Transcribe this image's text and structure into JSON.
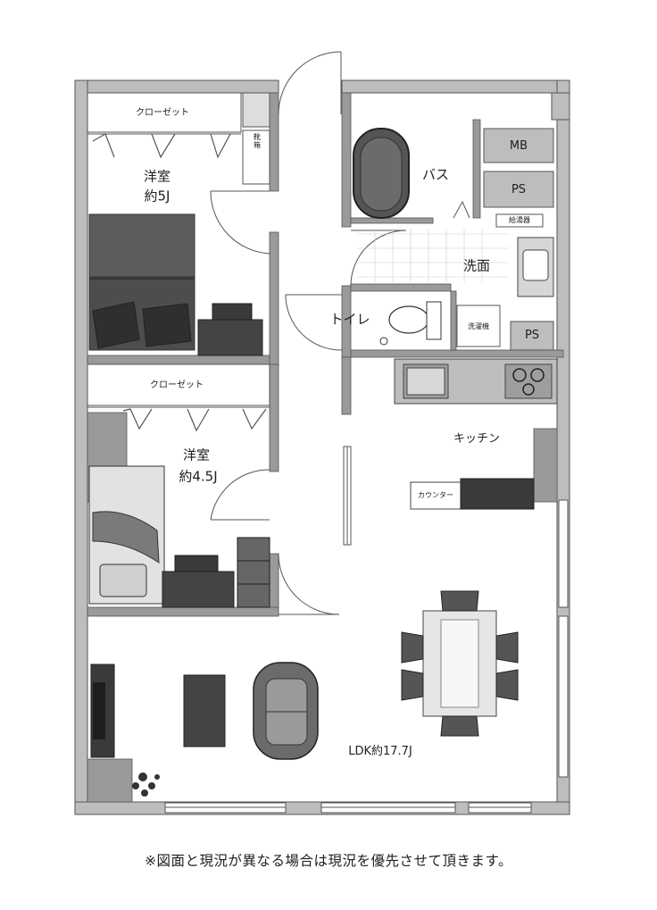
{
  "labels": {
    "closet_top": "クローゼット",
    "shoe_cabinet": "靴箱",
    "bedroom1_name": "洋室",
    "bedroom1_size": "約5J",
    "closet_mid": "クローゼット",
    "bedroom2_name": "洋室",
    "bedroom2_size": "約4.5J",
    "bath": "バス",
    "mb": "MB",
    "ps_upper": "PS",
    "water_heater": "給湯器",
    "washroom": "洗面",
    "toilet": "トイレ",
    "washing_machine": "洗濯機",
    "ps_lower": "PS",
    "kitchen": "キッチン",
    "counter": "カウンター",
    "ldk": "LDK約17.7J"
  },
  "disclaimer": "※図面と現況が異なる場合は現況を優先させて頂きます。"
}
